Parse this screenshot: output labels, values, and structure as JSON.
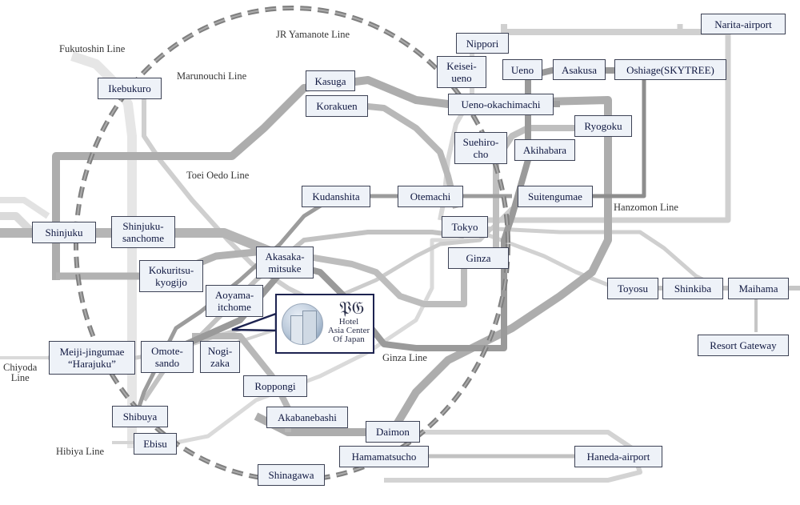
{
  "lines": {
    "fukutoshin": "Fukutoshin Line",
    "yamanote": "JR Yamanote Line",
    "marunouchi": "Marunouchi Line",
    "oedo": "Toei Oedo Line",
    "hanzomon": "Hanzomon Line",
    "ginza": "Ginza Line",
    "chiyoda": "Chiyoda\nLine",
    "hibiya": "Hibiya Line"
  },
  "stations": {
    "nippori": "Nippori",
    "narita": "Narita-airport",
    "keisei_ueno": "Keisei-\nueno",
    "ueno": "Ueno",
    "asakusa": "Asakusa",
    "oshiage": "Oshiage(SKYTREE)",
    "ikebukuro": "Ikebukuro",
    "kasuga": "Kasuga",
    "korakuen": "Korakuen",
    "ueno_okachimachi": "Ueno-okachimachi",
    "ryogoku": "Ryogoku",
    "suehirocho": "Suehiro-\ncho",
    "akihabara": "Akihabara",
    "kudanshita": "Kudanshita",
    "otemachi": "Otemachi",
    "suitengumae": "Suitengumae",
    "shinjuku": "Shinjuku",
    "shinjuku_sanchome": "Shinjuku-\nsanchome",
    "tokyo": "Tokyo",
    "akasaka_mitsuke": "Akasaka-\nmitsuke",
    "ginza": "Ginza",
    "kokuritsu_kyogijo": "Kokuritsu-\nkyogijo",
    "aoyama_itchome": "Aoyama-\nitchome",
    "toyosu": "Toyosu",
    "shinkiba": "Shinkiba",
    "maihama": "Maihama",
    "resort_gateway": "Resort Gateway",
    "meiji_jingumae": "Meiji-jingumae\n“Harajuku”",
    "omotesando": "Omote-\nsando",
    "nogizaka": "Nogi-\nzaka",
    "roppongi": "Roppongi",
    "shibuya": "Shibuya",
    "akabanebashi": "Akabanebashi",
    "daimon": "Daimon",
    "ebisu": "Ebisu",
    "hamamatsucho": "Hamamatsucho",
    "haneda": "Haneda-airport",
    "shinagawa": "Shinagawa"
  },
  "hotel": {
    "logo": "𝔓𝔊",
    "name": "Hotel\nAsia Center\nOf Japan"
  },
  "colors": {
    "dark": "#8c8c8c",
    "mid": "#a8a8a8",
    "light": "#c8c8c8",
    "pale": "#dadada",
    "station_bg": "#eef2f8",
    "station_border": "#3d4255",
    "callout_border": "#1d2350"
  }
}
